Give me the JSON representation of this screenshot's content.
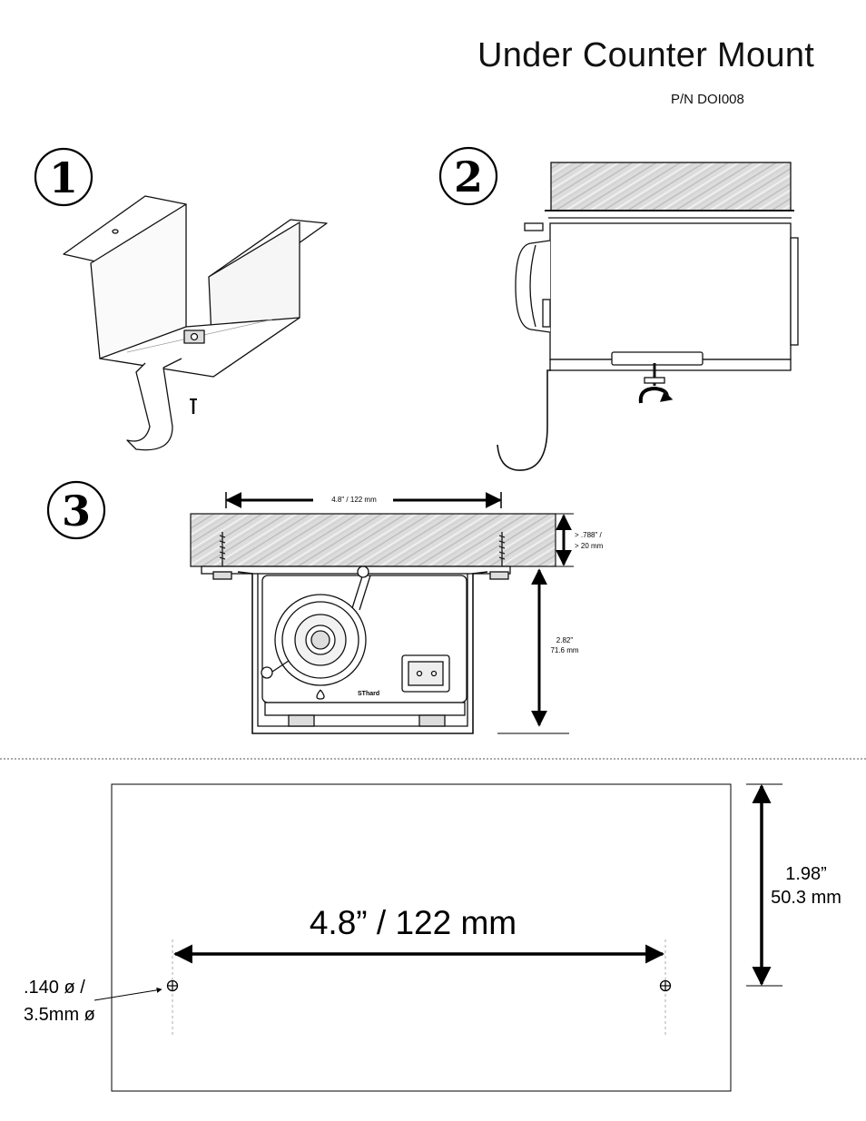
{
  "header": {
    "title": "Under Counter Mount",
    "part_number": "P/N DOI008"
  },
  "steps": [
    {
      "number": "1"
    },
    {
      "number": "2"
    },
    {
      "number": "3"
    }
  ],
  "step3": {
    "width_label": "4.8\" / 122 mm",
    "thickness_line1": "> .788\" /",
    "thickness_line2": "> 20 mm",
    "height_line1": "2.82\"",
    "height_line2": "71.6 mm",
    "brand": "SThard"
  },
  "template": {
    "hole_spacing_label": "4.8” / 122 mm",
    "height_line1": "1.98”",
    "height_line2": "50.3 mm",
    "hole_line1": ".140 ø /",
    "hole_line2": "3.5mm ø"
  }
}
